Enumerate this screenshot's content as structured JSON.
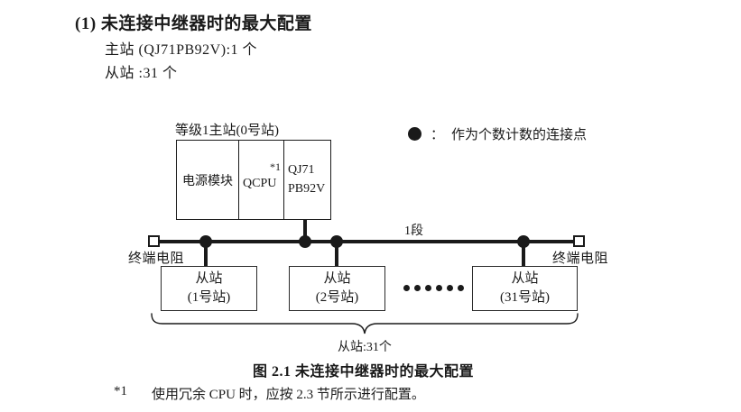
{
  "colors": {
    "ink": "#1a1a1a",
    "background": "#ffffff"
  },
  "header": {
    "heading": "(1) 未连接中继器时的最大配置",
    "master_count_line": "主站 (QJ71PB92V):1 个",
    "slave_count_line": "从站 :31 个"
  },
  "diagram": {
    "master_station": {
      "label": "等级1主站(0号站)",
      "power_module": "电源模块",
      "cpu": "QCPU",
      "cpu_footnote_marker": "*1",
      "interface_line1": "QJ71",
      "interface_line2": "PB92V"
    },
    "legend": {
      "colon": "：",
      "description": "作为个数计数的连接点"
    },
    "segment_label": "1段",
    "left_terminator_label": "终端电阻",
    "right_terminator_label": "终端电阻",
    "slaves": [
      {
        "line1": "从站",
        "line2": "(1号站)"
      },
      {
        "line1": "从站",
        "line2": "(2号站)"
      },
      {
        "line1": "从站",
        "line2": "(31号站)"
      }
    ],
    "brace_label": "从站:31个"
  },
  "figure_caption": "图 2.1 未连接中继器时的最大配置",
  "footnote": {
    "marker": "*1",
    "text": "使用冗余 CPU 时，应按 2.3 节所示进行配置。"
  }
}
